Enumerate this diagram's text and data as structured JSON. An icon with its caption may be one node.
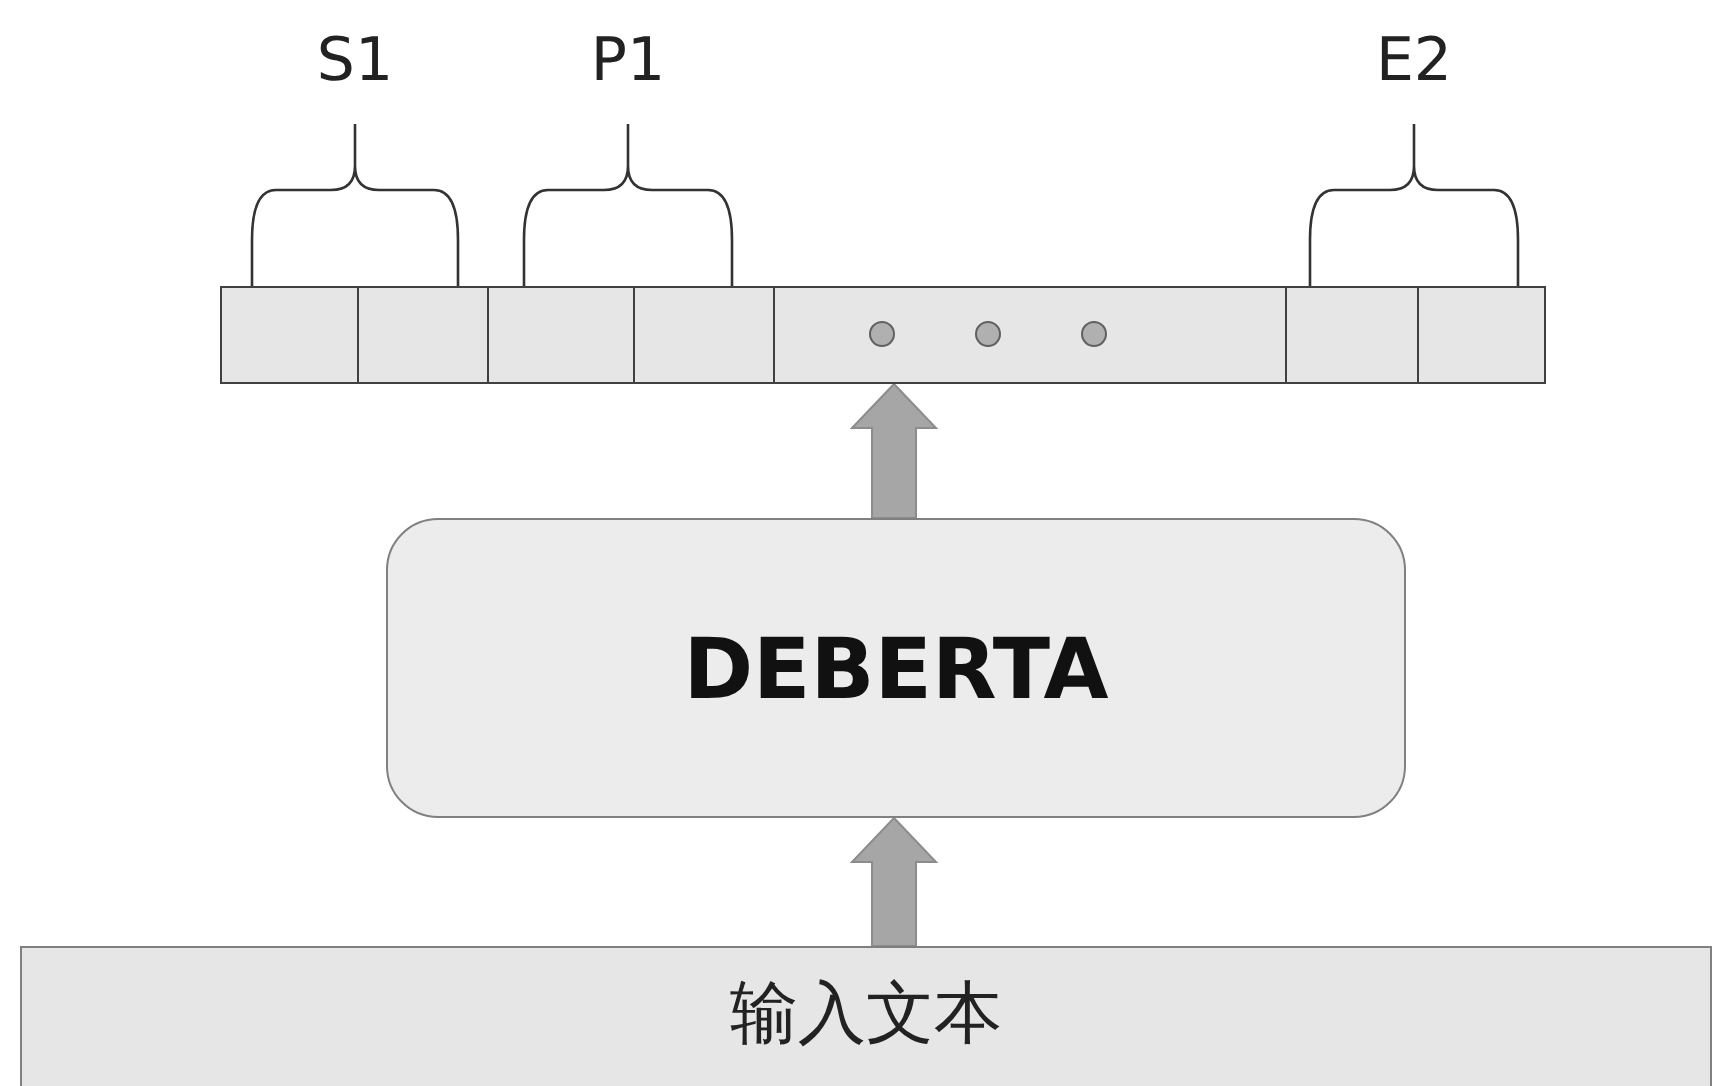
{
  "diagram": {
    "nodes": [
      {
        "text": [],
        "shape": "bar"
      },
      {
        "text": [
          "DEBERTA"
        ]
      },
      {
        "text": [
          "输入文本"
        ]
      }
    ],
    "edges": [
      {
        "from": 2,
        "to": 1,
        "arrow": "to"
      },
      {
        "from": 1,
        "to": 0,
        "arrow": "to"
      }
    ],
    "labels": [
      "S1",
      "P1",
      "E2"
    ]
  }
}
